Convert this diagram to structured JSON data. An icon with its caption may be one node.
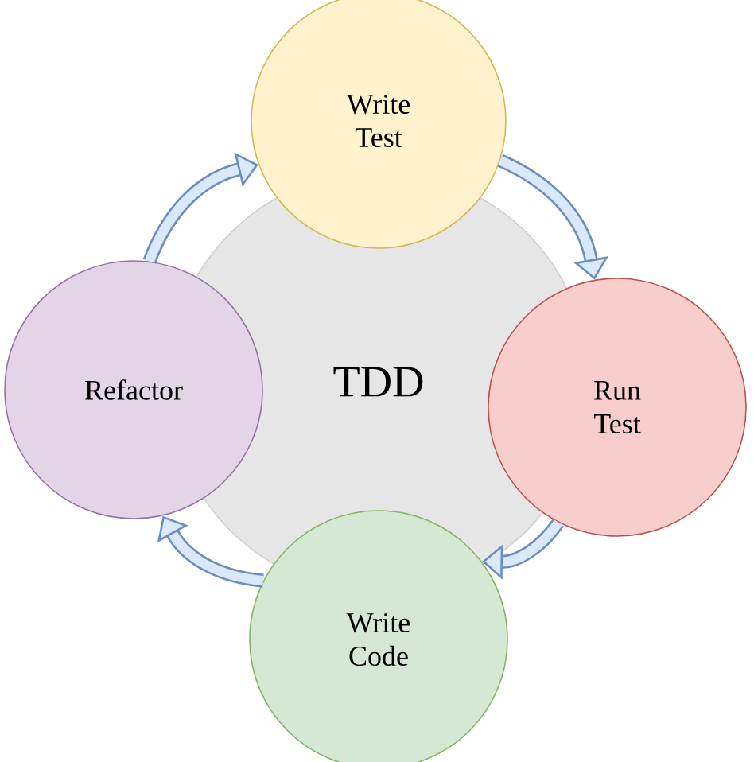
{
  "diagram": {
    "nodes": [
      {
        "text": [
          "TDD"
        ]
      },
      {
        "text": [
          "Write Test"
        ]
      },
      {
        "text": [
          "Run Test"
        ]
      },
      {
        "text": [
          "Write Code"
        ]
      },
      {
        "text": [
          "Refactor"
        ]
      }
    ],
    "edges": [
      {
        "from": 1,
        "to": 2,
        "arrow": "to"
      },
      {
        "from": 2,
        "to": 3,
        "arrow": "to"
      },
      {
        "from": 3,
        "to": 4,
        "arrow": "to"
      },
      {
        "from": 4,
        "to": 1,
        "arrow": "to"
      }
    ]
  }
}
